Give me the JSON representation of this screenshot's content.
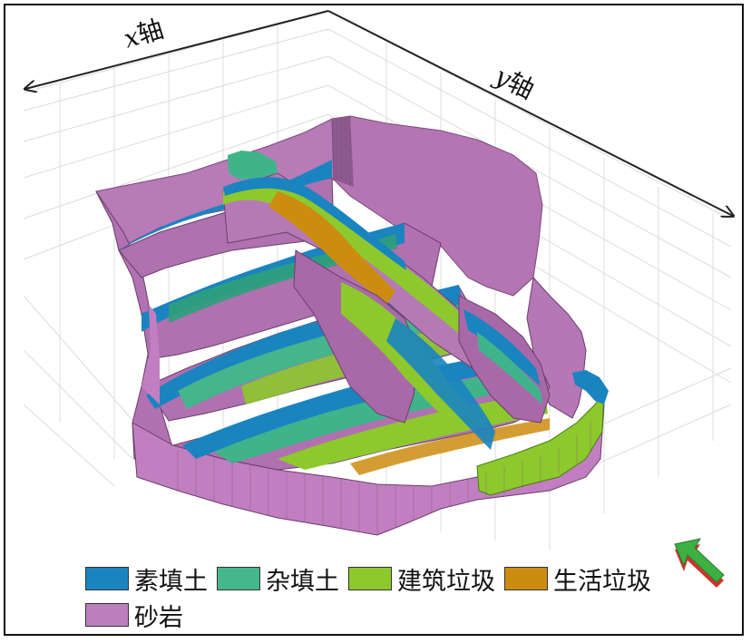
{
  "axes": {
    "x_label_var": "x",
    "x_label_suffix": "轴",
    "y_label_var": "y",
    "y_label_suffix": "轴"
  },
  "colors": {
    "sandstone": "#b779b7",
    "sandstone_dark": "#8a4e8a",
    "plain_fill": "#1f8ec2",
    "misc_fill": "#3fb48a",
    "construction_waste": "#8ccc2c",
    "domestic_waste": "#c98a18",
    "grid": "#d8d8d8"
  },
  "legend": [
    {
      "label": "素填土",
      "color": "#1a84c0"
    },
    {
      "label": "杂填土",
      "color": "#44b88c"
    },
    {
      "label": "建筑垃圾",
      "color": "#8dc92c"
    },
    {
      "label": "生活垃圾",
      "color": "#cc8c10"
    },
    {
      "label": "砂岩",
      "color": "#bd7fbd"
    }
  ],
  "north_arrow": {
    "icon": "north-arrow-icon",
    "color": "#3cb043",
    "base_color": "#d0342c"
  }
}
